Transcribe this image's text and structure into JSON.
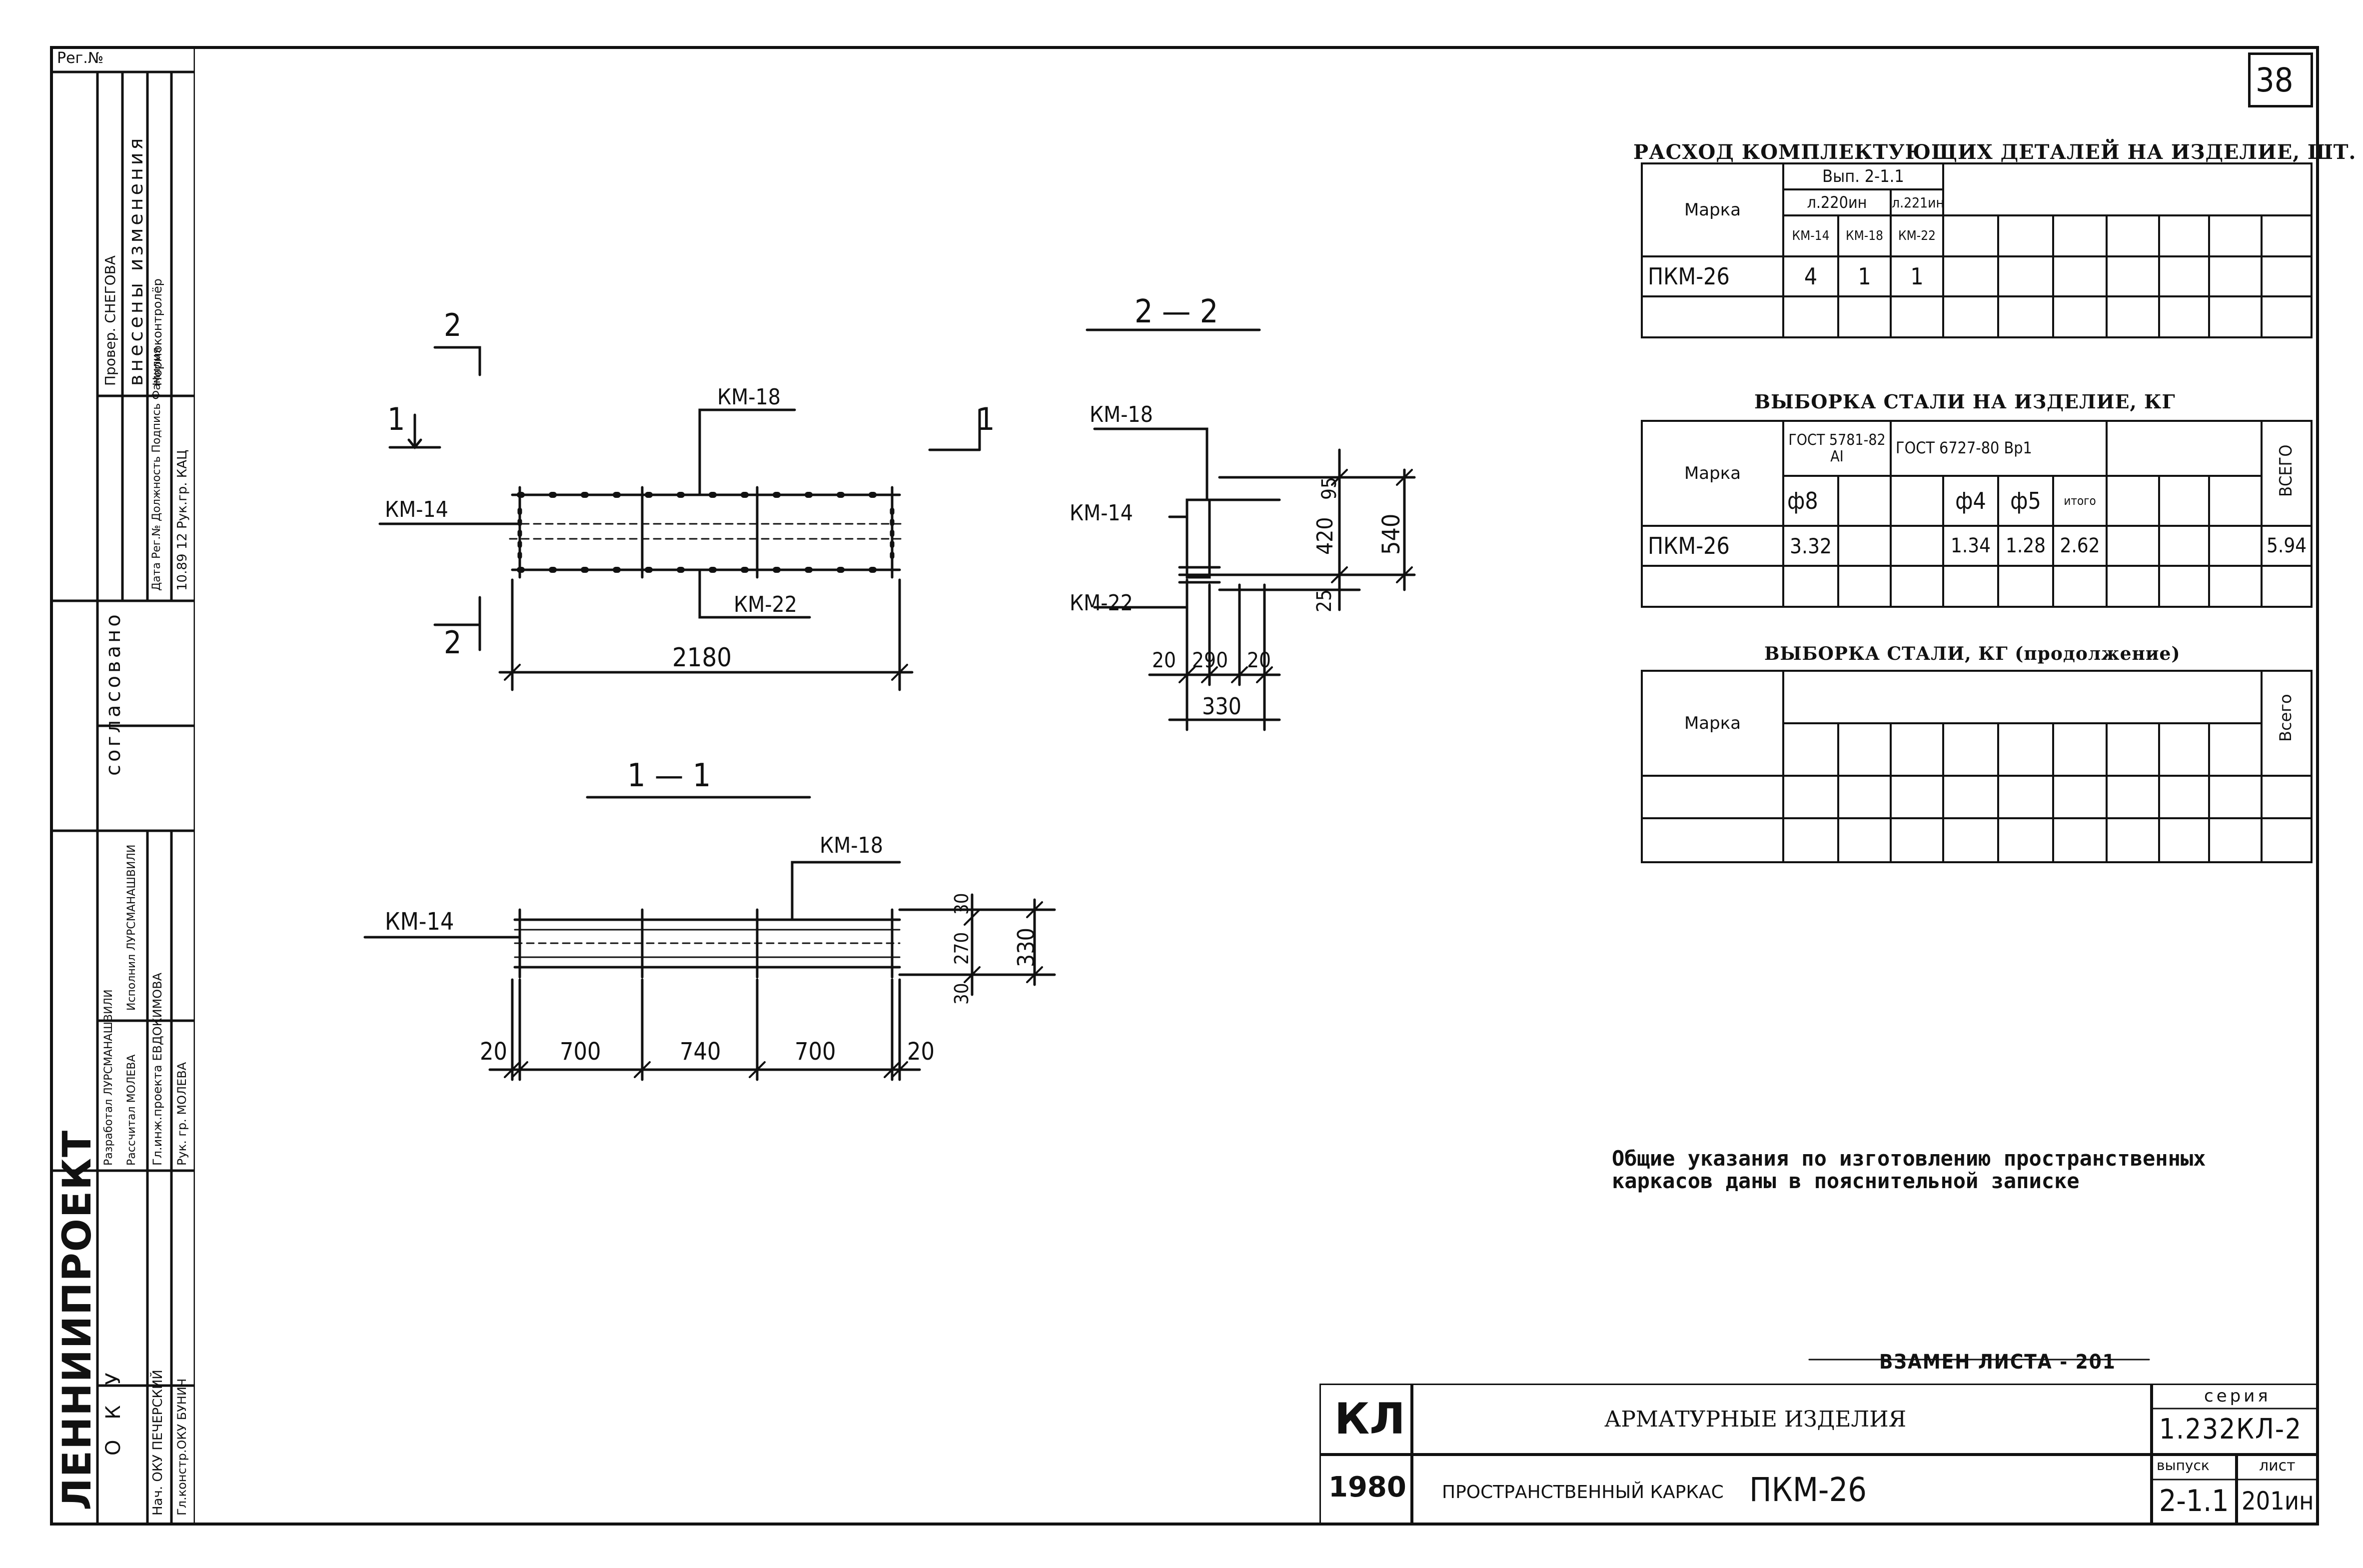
{
  "page_number": "38",
  "side_stamp": {
    "reg_no": "Рег.№",
    "top_texts": [
      "Провер. СНЕГОВА",
      "Нормоконтролёр",
      "внесены изменения",
      "Дата Рег.№ Должность Подпись Фамилия",
      "10.89 12 Рук.гр. КАЦ"
    ],
    "soglasovano": "согласовано",
    "staff": [
      "Гл.инж.проекта ЕВДОКИМОВА",
      "Рук. гр. МОЛЕВА",
      "Разработал ЛУРСМАНАШВИЛИ",
      "Рассчитал МОЛЕВА",
      "Исполнил ЛУРСМАНАШВИЛИ"
    ],
    "oku": "О К У",
    "oku_staff": [
      "Нач. ОКУ ПЕЧЕРСКИЙ",
      "Гл.констр.ОКУ БУНИЧ"
    ],
    "org": "ЛЕННИИПРОЕКТ"
  },
  "drawings": {
    "plan": {
      "section_mark_top": "2",
      "section_mark_bottom": "2",
      "section_mark_left": "1",
      "section_mark_right": "1",
      "label_top": "КМ-18",
      "label_left": "КМ-14",
      "label_bottom": "КМ-22",
      "dim_length": "2180"
    },
    "section_22": {
      "title": "2 — 2",
      "label_top": "КМ-18",
      "label_mid": "КМ-14",
      "label_bottom": "КМ-22",
      "dim_95": "95",
      "dim_420": "420",
      "dim_540": "540",
      "dim_25": "25",
      "dim_20a": "20",
      "dim_290": "290",
      "dim_20b": "20",
      "dim_330": "330"
    },
    "section_11": {
      "title": "1 — 1",
      "label_top": "КМ-18",
      "label_left": "КМ-14",
      "dim_30": "30",
      "dim_270": "270",
      "dim_330": "330",
      "dim_30b": "30",
      "dim_20a": "20",
      "dim_700a": "700",
      "dim_740": "740",
      "dim_700b": "700",
      "dim_20b": "20"
    }
  },
  "table_parts": {
    "title": "РАСХОД КОМПЛЕКТУЮЩИХ ДЕТАЛЕЙ НА ИЗДЕЛИЕ, ШТ.",
    "marka": "Марка",
    "vyp": "Вып. 2-1.1",
    "sheet_a": "л.220ин",
    "sheet_b": "л.221ин",
    "cols": [
      "КМ-14",
      "КМ-18",
      "КМ-22"
    ],
    "row_mark": "ПКМ-26",
    "row_values": [
      "4",
      "1",
      "1"
    ]
  },
  "table_steel": {
    "title": "ВЫБОРКА СТАЛИ НА ИЗДЕЛИЕ, КГ",
    "marka": "Марка",
    "gost1": "ГОСТ 5781-82 АI",
    "gost2": "ГОСТ 6727-80 Вр1",
    "total": "ВСЕГО",
    "cols": [
      "ф8",
      "ф4",
      "ф5",
      "итого"
    ],
    "row_mark": "ПКМ-26",
    "row_values": [
      "3.32",
      "1.34",
      "1.28",
      "2.62",
      "5.94"
    ]
  },
  "table_steel_cont": {
    "title": "ВЫБОРКА СТАЛИ, КГ (продолжение)",
    "marka": "Марка",
    "total": "Всего"
  },
  "note": "Общие указания по изготовлению пространственных каркасов даны в пояснительной записке",
  "replaces": "ВЗАМЕН ЛИСТА - 201",
  "title_block": {
    "kl": "КЛ",
    "year": "1980",
    "name": "АРМАТУРНЫЕ ИЗДЕЛИЯ",
    "subname": "ПРОСТРАНСТВЕННЫЙ КАРКАС",
    "mark": "ПКМ-26",
    "series_label": "серия",
    "series": "1.232КЛ-2",
    "issue_label": "выпуск",
    "issue": "2-1.1",
    "sheet_label": "лист",
    "sheet": "201ин"
  }
}
